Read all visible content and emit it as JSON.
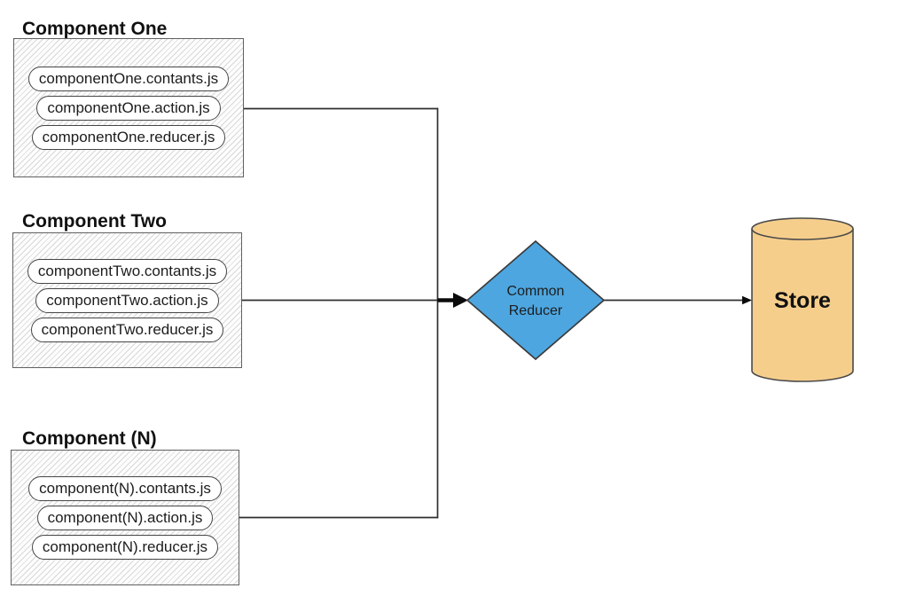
{
  "components": [
    {
      "title": "Component One",
      "files": [
        "componentOne.contants.js",
        "componentOne.action.js",
        "componentOne.reducer.js"
      ]
    },
    {
      "title": "Component Two",
      "files": [
        "componentTwo.contants.js",
        "componentTwo.action.js",
        "componentTwo.reducer.js"
      ]
    },
    {
      "title": "Component (N)",
      "files": [
        "component(N).contants.js",
        "component(N).action.js",
        "component(N).reducer.js"
      ]
    }
  ],
  "reducer": {
    "label": "Common Reducer",
    "fill_color": "#4DA6E0"
  },
  "store": {
    "label": "Store",
    "fill_color": "#F6CE8C"
  },
  "connector_color": "#2F2F2F"
}
